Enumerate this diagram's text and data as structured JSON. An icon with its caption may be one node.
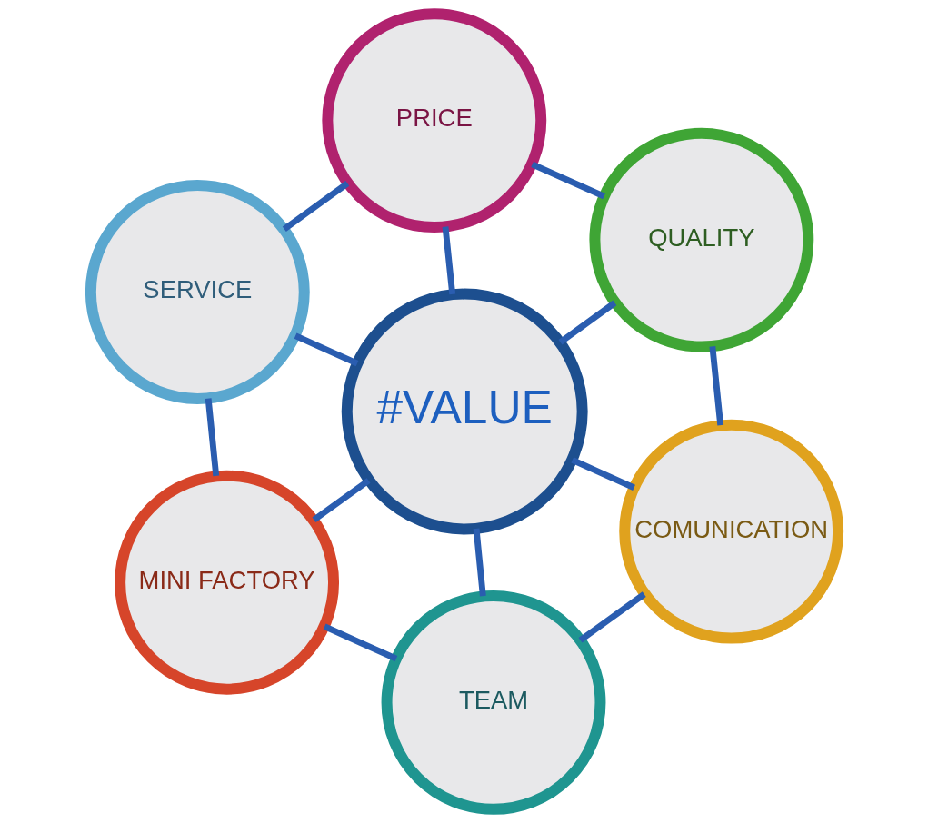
{
  "diagram": {
    "nodes": [
      {
        "text": [
          "PRICE"
        ]
      },
      {
        "text": [
          "QUALITY"
        ]
      },
      {
        "text": [
          "SERVICE"
        ]
      },
      {
        "text": [
          "#VALUE"
        ]
      },
      {
        "text": [
          "COMUNICATION"
        ]
      },
      {
        "text": [
          "MINI FACTORY"
        ]
      },
      {
        "text": [
          "TEAM"
        ]
      }
    ],
    "edges": [
      {
        "from": 0,
        "to": 1,
        "arrow": "none"
      },
      {
        "from": 1,
        "to": 4,
        "arrow": "none"
      },
      {
        "from": 2,
        "to": 0,
        "arrow": "none"
      },
      {
        "from": 0,
        "to": 3,
        "arrow": "none"
      },
      {
        "from": 3,
        "to": 1,
        "arrow": "none"
      },
      {
        "from": 2,
        "to": 3,
        "arrow": "none"
      },
      {
        "from": 3,
        "to": 4,
        "arrow": "none"
      },
      {
        "from": 5,
        "to": 2,
        "arrow": "none"
      },
      {
        "from": 3,
        "to": 5,
        "arrow": "none"
      },
      {
        "from": 3,
        "to": 6,
        "arrow": "none"
      },
      {
        "from": 4,
        "to": 6,
        "arrow": "none"
      },
      {
        "from": 5,
        "to": 6,
        "arrow": "none"
      }
    ]
  }
}
